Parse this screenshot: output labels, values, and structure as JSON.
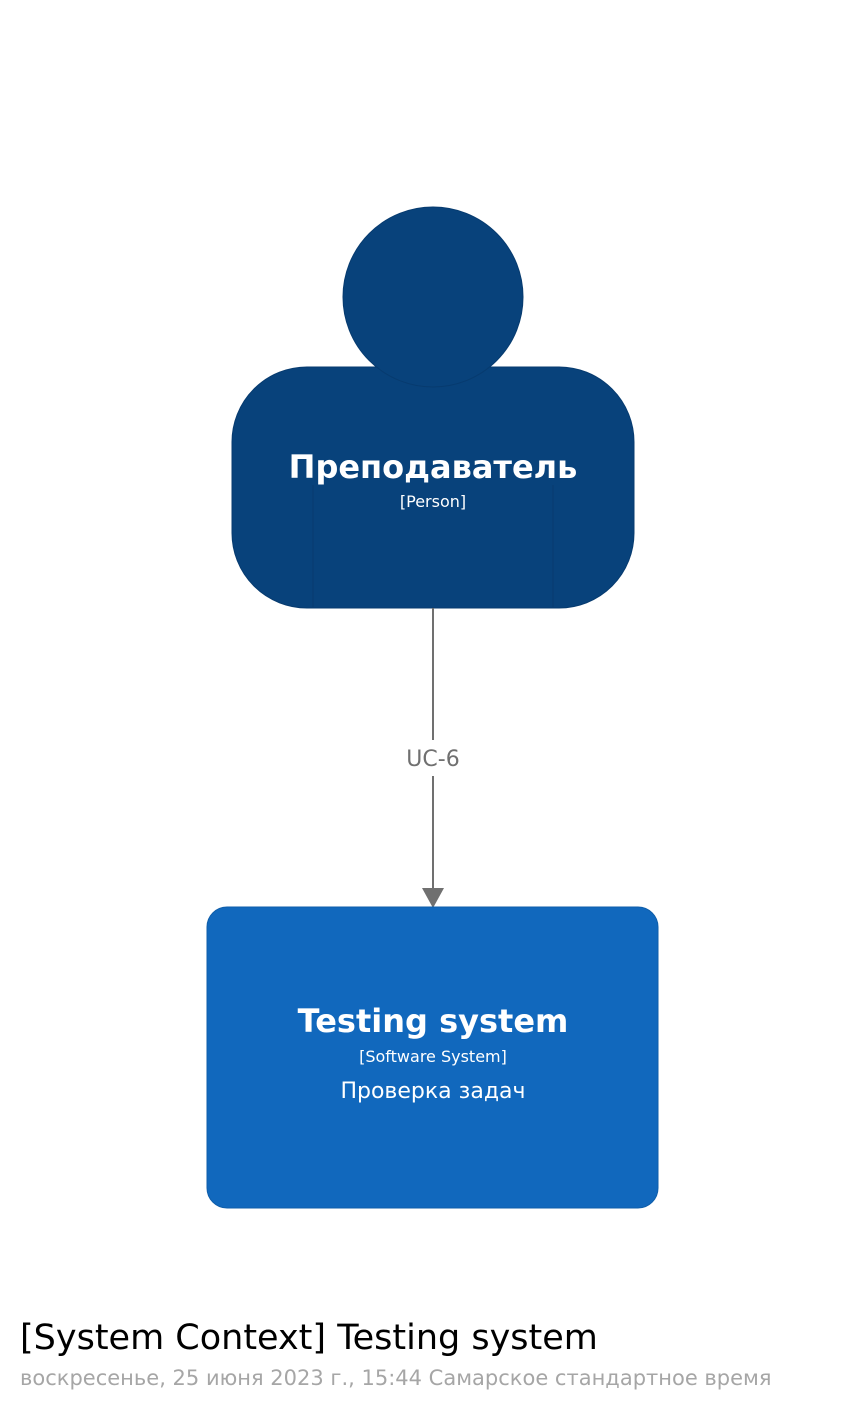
{
  "colors": {
    "person_fill": "#08427b",
    "person_stroke": "#073b6f",
    "system_fill": "#1168bd",
    "system_stroke": "#0f5eaa",
    "edge": "#707070"
  },
  "person": {
    "name": "Преподаватель",
    "type": "[Person]"
  },
  "relationship": {
    "label": "UC-6"
  },
  "software_system": {
    "name": "Testing system",
    "type": "[Software System]",
    "description": "Проверка задач"
  },
  "footer": {
    "title": "[System Context] Testing system",
    "subtitle": "воскресенье, 25 июня 2023 г., 15:44 Самарское стандартное время"
  }
}
